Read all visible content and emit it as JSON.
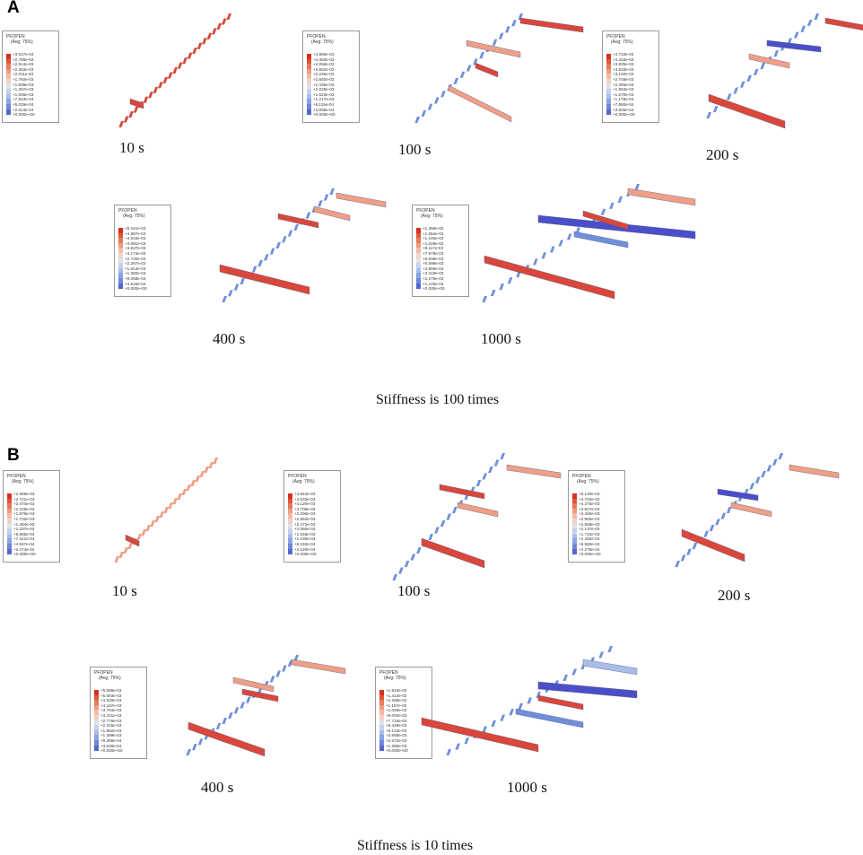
{
  "panels": [
    {
      "letter": "A",
      "caption": "Stiffness is 100 times",
      "legend_title": "PFOPEN",
      "legend_avg": "(Avg: 75%)",
      "snapshots": [
        {
          "time": "10 s",
          "legend_values": [
            "+3.017e-03",
            "+2.766e-03",
            "+2.514e-03",
            "+2.263e-03",
            "+2.011e-03",
            "+1.760e-03",
            "+1.509e-03",
            "+1.257e-03",
            "+1.006e-03",
            "+7.543e-04",
            "+5.029e-04",
            "+2.514e-04",
            "+0.000e+00"
          ]
        },
        {
          "time": "100 s",
          "legend_values": [
            "+4.869e-03",
            "+4.463e-03",
            "+4.058e-03",
            "+3.652e-03",
            "+3.246e-03",
            "+2.840e-03",
            "+2.435e-03",
            "+2.029e-03",
            "+1.623e-03",
            "+1.217e-03",
            "+8.115e-04",
            "+4.058e-04",
            "+0.000e+00"
          ]
        },
        {
          "time": "200 s",
          "legend_values": [
            "+4.710e-03",
            "+4.318e-03",
            "+3.925e-03",
            "+3.533e-03",
            "+3.140e-03",
            "+2.748e-03",
            "+2.355e-03",
            "+1.963e-03",
            "+1.570e-03",
            "+1.178e-03",
            "+7.850e-04",
            "+3.925e-04",
            "+0.000e+00"
          ]
        },
        {
          "time": "400 s",
          "legend_values": [
            "+5.441e-03",
            "+4.987e-03",
            "+4.534e-03",
            "+4.081e-03",
            "+3.627e-03",
            "+3.174e-03",
            "+2.720e-03",
            "+2.267e-03",
            "+1.814e-03",
            "+1.360e-03",
            "+9.068e-04",
            "+4.534e-04",
            "+0.000e+00"
          ]
        },
        {
          "time": "1000 s",
          "legend_values": [
            "+1.368e-02",
            "+1.254e-02",
            "+1.140e-02",
            "+1.026e-02",
            "+9.117e-03",
            "+7.978e-03",
            "+6.838e-03",
            "+5.698e-03",
            "+4.559e-03",
            "+3.419e-03",
            "+2.279e-03",
            "+1.140e-03",
            "+0.000e+00"
          ]
        }
      ]
    },
    {
      "letter": "B",
      "caption": "Stiffness is 10 times",
      "legend_title": "PFOPEN",
      "legend_avg": "(Avg: 75%)",
      "snapshots": [
        {
          "time": "10 s",
          "legend_values": [
            "+2.969e-03",
            "+2.721e-03",
            "+2.474e-03",
            "+2.226e-03",
            "+1.979e-03",
            "+1.732e-03",
            "+1.484e-03",
            "+1.237e-03",
            "+9.895e-04",
            "+7.421e-04",
            "+4.947e-04",
            "+2.474e-04",
            "+0.000e+00"
          ]
        },
        {
          "time": "100 s",
          "legend_values": [
            "+4.944e-03",
            "+4.532e-03",
            "+4.120e-03",
            "+3.708e-03",
            "+3.296e-03",
            "+2.884e-03",
            "+2.472e-03",
            "+2.060e-03",
            "+1.648e-03",
            "+1.236e-03",
            "+8.240e-04",
            "+4.120e-04",
            "+0.000e+00"
          ]
        },
        {
          "time": "200 s",
          "legend_values": [
            "+5.130e-03",
            "+4.702e-03",
            "+4.275e-03",
            "+3.847e-03",
            "+3.420e-03",
            "+2.992e-03",
            "+2.565e-03",
            "+2.137e-03",
            "+1.710e-03",
            "+1.282e-03",
            "+8.550e-04",
            "+4.275e-04",
            "+0.000e+00"
          ]
        },
        {
          "time": "400 s",
          "legend_values": [
            "+5.556e-03",
            "+5.093e-03",
            "+4.630e-03",
            "+4.167e-03",
            "+3.704e-03",
            "+3.241e-03",
            "+2.778e-03",
            "+2.315e-03",
            "+1.852e-03",
            "+1.389e-03",
            "+9.259e-04",
            "+4.630e-04",
            "+0.000e+00"
          ]
        },
        {
          "time": "1000 s",
          "legend_values": [
            "+1.543e-02",
            "+1.414e-02",
            "+1.286e-02",
            "+1.157e-02",
            "+1.029e-02",
            "+9.000e-03",
            "+7.715e-03",
            "+6.429e-03",
            "+5.143e-03",
            "+3.858e-03",
            "+2.572e-03",
            "+1.286e-03",
            "+0.000e+00"
          ]
        }
      ]
    }
  ],
  "colors": {
    "legend_scale": [
      "#d7301f",
      "#e0553a",
      "#e8785a",
      "#ee9a80",
      "#f2bba6",
      "#efd3c8",
      "#dfe2ea",
      "#c4d1ec",
      "#a8bde9",
      "#8aa3e2",
      "#6d89d8",
      "#5468cc",
      "#3c47bd"
    ],
    "fracture_red": "#d9473b",
    "fracture_pink": "#ee9f86",
    "fracture_blue": "#6f8fd9",
    "fracture_deep": "#4a4fc7",
    "fracture_light": "#a9bde8"
  }
}
